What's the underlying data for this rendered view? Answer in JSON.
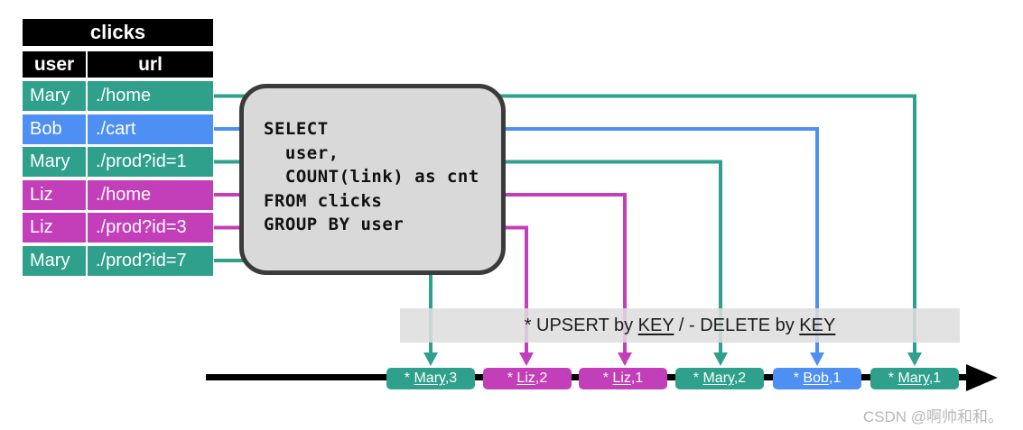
{
  "colors": {
    "teal": "#2FA08C",
    "blue": "#4D8FF2",
    "magenta": "#C33FB9",
    "timeline_black": "#000000",
    "box_fill": "#D9D9D9",
    "box_border": "#3B3B3B",
    "banner_bg": "#DEDEDE"
  },
  "table": {
    "title": "clicks",
    "columns": {
      "user": "user",
      "url": "url"
    },
    "rows": [
      {
        "user": "Mary",
        "url": "./home",
        "color": "#2FA08C"
      },
      {
        "user": "Bob",
        "url": "./cart",
        "color": "#4D8FF2"
      },
      {
        "user": "Mary",
        "url": "./prod?id=1",
        "color": "#2FA08C"
      },
      {
        "user": "Liz",
        "url": "./home",
        "color": "#C33FB9"
      },
      {
        "user": "Liz",
        "url": "./prod?id=3",
        "color": "#C33FB9"
      },
      {
        "user": "Mary",
        "url": "./prod?id=7",
        "color": "#2FA08C"
      }
    ]
  },
  "query": {
    "sql": "SELECT\n  user,\n  COUNT(link) as cnt\nFROM clicks\nGROUP BY user"
  },
  "banner": {
    "part1": "* UPSERT by ",
    "key1": "KEY",
    "part2": " / - DELETE by ",
    "key2": "KEY"
  },
  "stream": {
    "sep": ",",
    "events": [
      {
        "op": "* ",
        "name": "Mary",
        "count": "3",
        "color": "#2FA08C"
      },
      {
        "op": "* ",
        "name": "Liz",
        "count": "2",
        "color": "#C33FB9"
      },
      {
        "op": "* ",
        "name": "Liz",
        "count": "1",
        "color": "#C33FB9"
      },
      {
        "op": "* ",
        "name": "Mary",
        "count": "2",
        "color": "#2FA08C"
      },
      {
        "op": "* ",
        "name": "Bob",
        "count": "1",
        "color": "#4D8FF2"
      },
      {
        "op": "* ",
        "name": "Mary",
        "count": "1",
        "color": "#2FA08C"
      }
    ]
  },
  "watermark": {
    "text": "CSDN @啊帅和和。"
  }
}
